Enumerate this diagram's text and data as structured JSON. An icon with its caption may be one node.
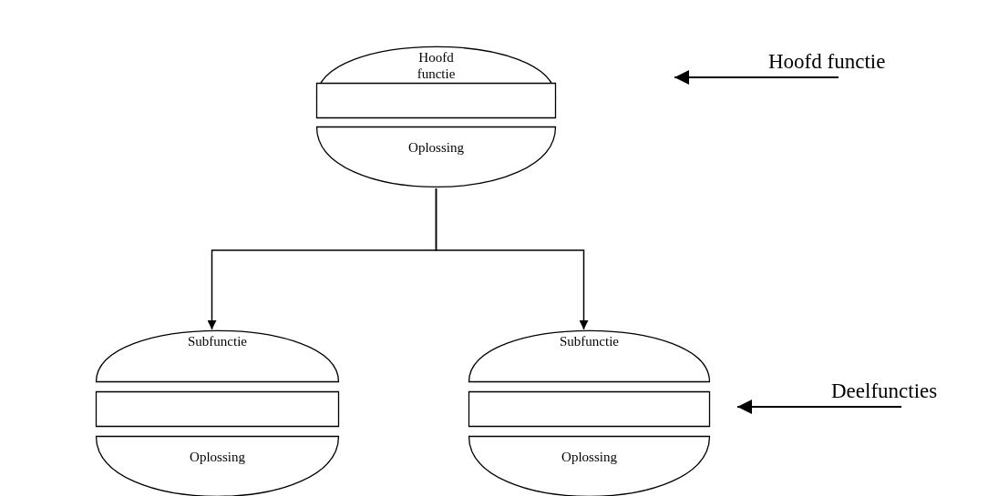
{
  "diagram": {
    "nodes": [
      {
        "text": [
          "Hoofd functie"
        ]
      },
      {
        "text": [],
        "shape": "box"
      },
      {
        "text": [
          "Oplossing"
        ]
      },
      {
        "text": [
          "Subfunctie"
        ]
      },
      {
        "text": [],
        "shape": "box"
      },
      {
        "text": [
          "Oplossing"
        ]
      },
      {
        "text": [
          "Subfunctie"
        ]
      },
      {
        "text": [],
        "shape": "box"
      },
      {
        "text": [
          "Oplossing"
        ]
      },
      {
        "text": [
          "Hoofd functie"
        ]
      },
      {
        "text": [
          "Deelfuncties"
        ]
      }
    ],
    "edges": [
      {
        "from": 2,
        "to": 3,
        "arrow": "to"
      },
      {
        "from": 2,
        "to": 6,
        "arrow": "to"
      },
      {
        "from": 9,
        "to": null,
        "arrow": "to"
      },
      {
        "from": 10,
        "to": null,
        "arrow": "to"
      }
    ]
  }
}
